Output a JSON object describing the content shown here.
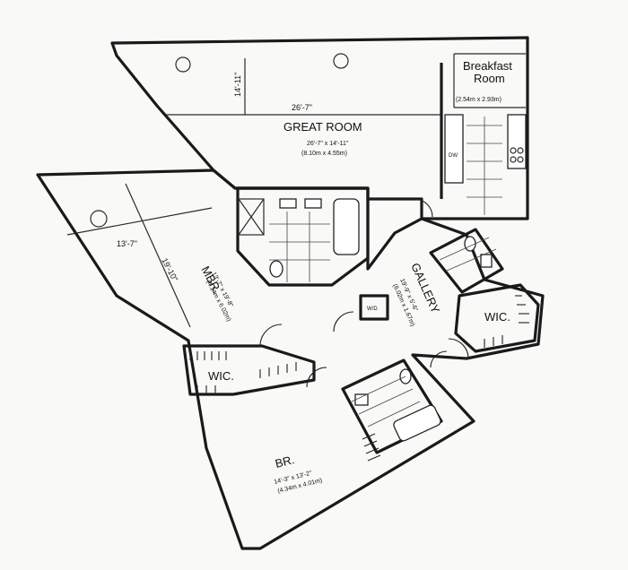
{
  "great_room": {
    "name": "GREAT ROOM",
    "size_ft": "26'-7\" x 14'-11\"",
    "size_m": "(8.10m x 4.55m)",
    "width_label": "26'-7\"",
    "depth_label": "14'-11\""
  },
  "breakfast_room": {
    "name_line1": "Breakfast",
    "name_line2": "Room",
    "size_m": "(2.54m x 2.93m)"
  },
  "kitchen": {
    "dw_label": "DW"
  },
  "mbr": {
    "name": "MBR.",
    "size_ft": "13'-7\" x 19'-8\"",
    "size_m": "(4.14m x 6.02m)",
    "width_label": "13'-7\"",
    "depth_label": "19'-10\""
  },
  "gallery": {
    "name": "GALLERY",
    "size_ft": "19'-9\" x 5'-6\"",
    "size_m": "(6.02m x 1.67m)"
  },
  "wic_left": {
    "name": "WIC."
  },
  "wic_right": {
    "name": "WIC."
  },
  "wd": {
    "name": "W/D"
  },
  "br": {
    "name": "BR.",
    "size_ft": "14'-3\" x 13'-2\"",
    "size_m": "(4.34m x 4.01m)"
  }
}
